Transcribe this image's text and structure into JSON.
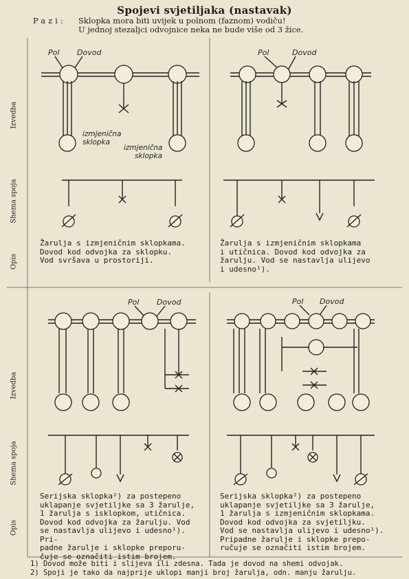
{
  "title": "Spojevi svjetiljaka (nastavak)",
  "note": {
    "label": "Pazi:",
    "line1": "Sklopka mora biti uvijek u polnom (faznom) vodiču!",
    "line2": "U jednoj stezaljci odvojnice neka ne bude više od 3 žice."
  },
  "row_labels": {
    "izvedba": "Izvedba",
    "shema": "Shema spoja",
    "opis": "Opis"
  },
  "diagram_labels": {
    "pol": "Pol",
    "dovod": "Dovod",
    "izmjenicna_sklopka_1a": "izmjenična",
    "izmjenicna_sklopka_1b": "sklopka",
    "izmjenicna_sklopka_2a": "izmjenična",
    "izmjenicna_sklopka_2b": "sklopka"
  },
  "panels": [
    {
      "description": "Žarulja s izmjeničnim sklopkama.\nDovod kod odvojka za sklopku.\nVod svršava u prostoriji."
    },
    {
      "description": "Žarulja s izmjeničnim sklopkama\ni utičnica. Dovod kod odvojka za\nžarulju. Vod se nastavlja ulijevo\ni udesno¹)."
    },
    {
      "description": "Serijska sklopka²) za postepeno\nuklapanje svjetiljke sa 3 žarulje,\n1 žarulja s isklopkom, utičnica.\nDovod kod odvojka za žarulju. Vod\nse nastavlja ulijevo i udesno¹). Pri-\npadne žarulje i sklopke preporu-\nčuje se označiti istim brojem."
    },
    {
      "description": "Serijska sklopka²) za postepeno\nuklapanje svjetiljke sa 3 žarulje,\n1 žarulja s izmjeničnim sklopkama.\nDovod kod odvojka za svjetiljku.\nVod se nastavlja ulijevo i udesno¹).\nPripadne žarulje i sklopke prepo-\nručuje se označiti istim brojem."
    }
  ],
  "footnotes": [
    {
      "mark": "1)",
      "text": "Dovod može biti i slijeva ili zdesna. Tada je dovod na shemi odvojak."
    },
    {
      "mark": "2)",
      "text": "Spoji je tako da najprije uklopi manji broj žarulja, odn. manju žarulju."
    }
  ]
}
